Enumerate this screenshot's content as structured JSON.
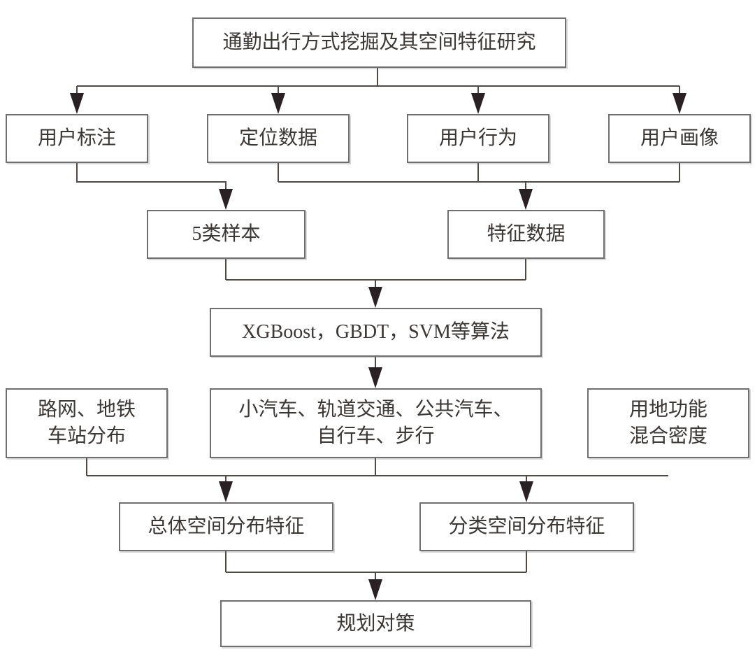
{
  "diagram": {
    "nodes": {
      "title": {
        "label": "通勤出行方式挖掘及其空间特征研究"
      },
      "user_annotation": {
        "label": "用户标注"
      },
      "location_data": {
        "label": "定位数据"
      },
      "user_behavior": {
        "label": "用户行为"
      },
      "user_profile": {
        "label": "用户画像"
      },
      "samples": {
        "label": "5类样本"
      },
      "feature_data": {
        "label": "特征数据"
      },
      "algorithms": {
        "label": "XGBoost，GBDT，SVM等算法"
      },
      "road_network": {
        "line1": "路网、地铁",
        "line2": "车站分布"
      },
      "travel_modes": {
        "line1": "小汽车、轨道交通、公共汽车、",
        "line2": "自行车、步行"
      },
      "land_use": {
        "line1": "用地功能",
        "line2": "混合密度"
      },
      "overall_spatial": {
        "label": "总体空间分布特征"
      },
      "classified_spatial": {
        "label": "分类空间分布特征"
      },
      "planning": {
        "label": "规划对策"
      }
    }
  }
}
